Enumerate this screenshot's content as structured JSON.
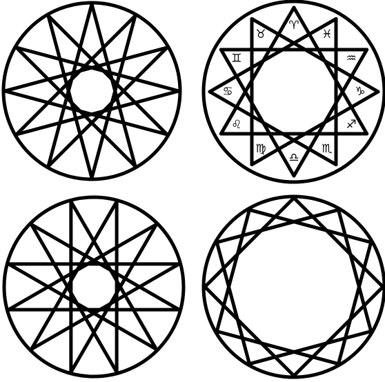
{
  "colors": {
    "stroke": "#000000",
    "background": "#ffffff"
  },
  "figures": [
    {
      "name": "star-polygon-12-5",
      "points": 12,
      "step": 5,
      "has_outer_circle": true,
      "inner_polygon_points": 0,
      "zodiac": false
    },
    {
      "name": "zodiac-wheel",
      "points": 12,
      "step": 4,
      "has_outer_circle": true,
      "inner_polygon_points": 0,
      "zodiac": true
    },
    {
      "name": "star-polygon-12-5-ring",
      "points": 12,
      "step": 5,
      "has_outer_circle": true,
      "inner_polygon_points": 0,
      "zodiac": false
    },
    {
      "name": "star-polygon-12-3",
      "points": 12,
      "step": 3,
      "has_outer_circle": true,
      "inner_polygon_points": 0,
      "zodiac": false
    }
  ],
  "zodiac_symbols": [
    "♈",
    "♓",
    "♒",
    "♑",
    "♐",
    "♏",
    "♎",
    "♍",
    "♌",
    "♋",
    "♊",
    "♉"
  ]
}
